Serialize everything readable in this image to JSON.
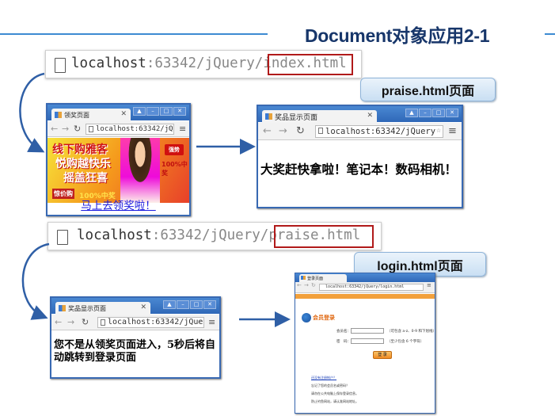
{
  "slide": {
    "title": "Document对象应用2-1",
    "url_bar_1": {
      "host": "localhost",
      "rest": ":63342/jQuery/",
      "file": "index.html"
    },
    "url_bar_2": {
      "host": "localhost",
      "rest": ":63342/jQuery/",
      "file": "praise.html"
    },
    "callout_1": "praise.html页面",
    "callout_2": "login.html页面"
  },
  "windows": {
    "index": {
      "tab_title": "领奖页面",
      "address": "localhost:63342/jQuery",
      "ad": {
        "line1": "线下购雅客",
        "line2": "悦购越快乐",
        "line3": "摇盖狂喜",
        "price_tag": "惊价购",
        "promo": "100%中奖",
        "badge": "强势",
        "side_text": "100%中奖"
      },
      "link_text": "马上去领奖啦！"
    },
    "praise": {
      "tab_title": "奖品显示页面",
      "address": "localhost:63342/jQuery",
      "message": "大奖赶快拿啦！笔记本！数码相机！"
    },
    "praise_redirect": {
      "tab_title": "奖品显示页面",
      "address": "localhost:63342/jQuery",
      "message": "您不是从领奖页面进入，5秒后将自动跳转到登录页面"
    },
    "login": {
      "tab_title": "登录页面",
      "address": "localhost:63342/jQuery/login.html",
      "logo_text": "会员登录",
      "username_label": "会员名：",
      "username_hint": "（可包含 a-z、0-9 和下划线）",
      "password_label": "密　码：",
      "password_hint": "（至少包含 6 个字符）",
      "login_button": "登 录",
      "notes": [
        "还没有注册帐户？",
        "忘记了您的会员名或密码？",
        "请勿在公共电脑上保存登录信息。",
        "防止钓鱼网站，请认准网站地址。"
      ]
    }
  },
  "colors": {
    "accent": "#17366a",
    "rule": "#3c8ad2",
    "highlight": "#b11a1a",
    "window_border": "#3869b3"
  }
}
